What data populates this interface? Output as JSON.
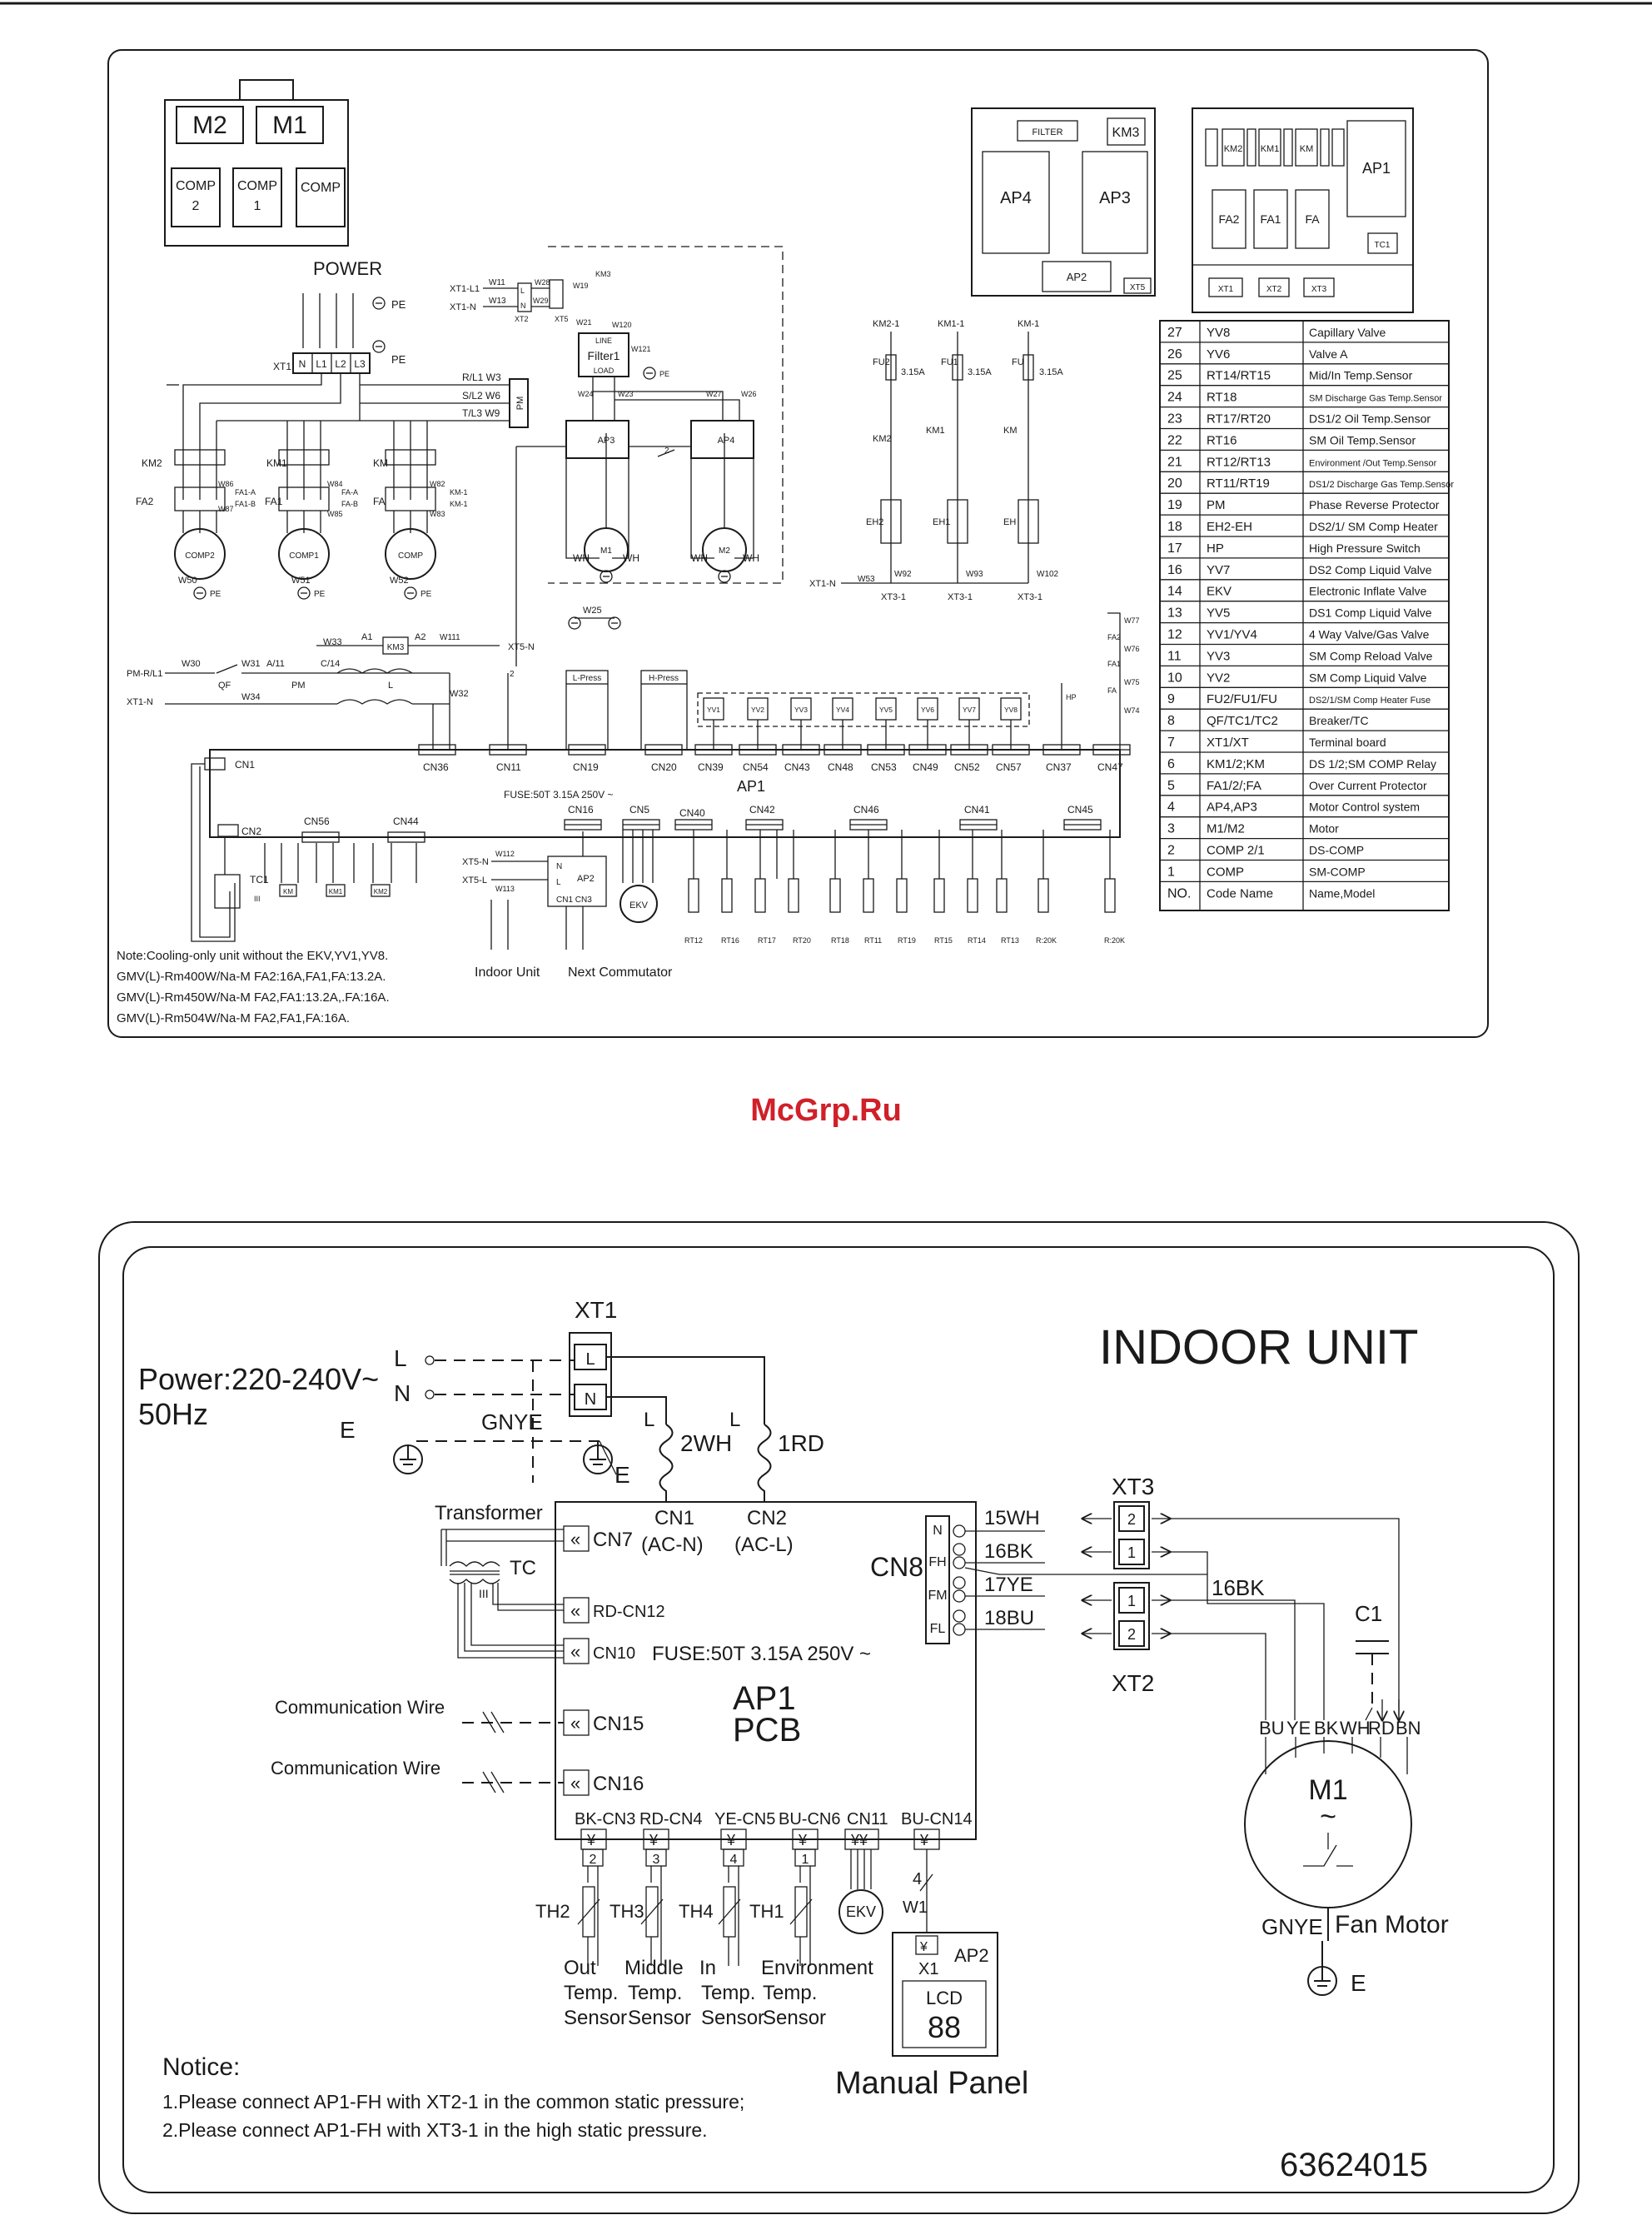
{
  "watermark": "McGrp.Ru",
  "outdoor": {
    "cabinet": {
      "m2": "M2",
      "m1": "M1",
      "comp2": "COMP 2",
      "comp1": "COMP 1",
      "comp": "COMP"
    },
    "power_label": "POWER",
    "pe": "PE",
    "xt1": "XT1",
    "terminals": [
      "N",
      "L1",
      "L2",
      "L3"
    ],
    "phase_lines": [
      "R/L1 W3",
      "S/L2 W6",
      "T/L3 W9"
    ],
    "pm": "PM",
    "contactors": [
      "KM2",
      "KM1",
      "KM"
    ],
    "overloads": [
      "FA2",
      "FA1",
      "FA"
    ],
    "compressors": [
      "COMP2",
      "COMP1",
      "COMP"
    ],
    "comp_wires": [
      "W50",
      "W51",
      "W52"
    ],
    "xt1_l1": "XT1-L1",
    "xt1_n": "XT1-N",
    "filter": "Filter1",
    "filter_line": "LINE",
    "filter_load": "LOAD",
    "ap3": "AP3",
    "ap4": "AP4",
    "wh": "WH",
    "box_filter": "FILTER",
    "box_km3": "KM3",
    "box_ap4": "AP4",
    "box_ap3": "AP3",
    "box_ap2": "AP2",
    "box_xt5": "XT5",
    "box2": {
      "km2": "KM2",
      "km1": "KM1",
      "km": "KM",
      "ap1": "AP1",
      "fa2": "FA2",
      "fa1": "FA1",
      "fa": "FA",
      "tc1": "TC1",
      "xt1": "XT1",
      "xt2": "XT2",
      "xt3": "XT3"
    },
    "heater_branches": [
      {
        "km": "KM2-1",
        "fu": "FU2",
        "rating": "3.15A",
        "eh": "EH2",
        "bottom": "XT3-1"
      },
      {
        "km": "KM1-1",
        "fu": "FU1",
        "rating": "3.15A",
        "eh": "EH1",
        "bottom": "XT3-1"
      },
      {
        "km": "KM-1",
        "fu": "FU",
        "rating": "3.15A",
        "eh": "EH",
        "bottom": "XT3-1"
      }
    ],
    "xt1_n_w53": "XT1-N W53",
    "pm_r_l1": "PM-R/L1",
    "w30": "W30",
    "w31": "W31",
    "a11": "A/11",
    "qf": "QF",
    "c14": "C/14",
    "pm2": "PM",
    "l": "L",
    "w34": "W34",
    "xt1_n2": "XT1-N",
    "km3": "KM3",
    "xt5n": "XT5-N",
    "w111": "W111",
    "lpress": "L-Press",
    "hpress": "H-Press",
    "valves": [
      "YV1",
      "YV2",
      "YV3",
      "YV4",
      "YV5",
      "YV6",
      "YV7",
      "YV8"
    ],
    "top_cn": [
      "CN36",
      "CN11",
      "CN19",
      "CN20",
      "CN39",
      "CN54",
      "CN43",
      "CN48",
      "CN53",
      "CN49",
      "CN52",
      "CN57",
      "CN37",
      "CN47"
    ],
    "ap1": "AP1",
    "fuse": "FUSE:50T 3.15A 250V ~",
    "left_cn": [
      "CN1",
      "CN2"
    ],
    "tc1": "TC1",
    "cn56": "CN56",
    "cn44": "CN44",
    "inner_cn": [
      "CN16",
      "CN5",
      "CN40",
      "CN42",
      "CN46",
      "CN41",
      "CN45"
    ],
    "ap2": "AP2",
    "cn1": "CN1",
    "cn3": "CN3",
    "xt5n2": "XT5-N",
    "xt5l": "XT5-L",
    "ekv": "EKV",
    "sensors": [
      "RT12",
      "RT16",
      "RT17",
      "RT20",
      "RT18",
      "RT11",
      "RT19",
      "RT15",
      "RT14",
      "RT13",
      "R:20K",
      "R:20K"
    ],
    "indoor_unit": "Indoor Unit",
    "next_comm": "Next Commutator",
    "notes": [
      "Note:Cooling-only unit without the EKV,YV1,YV8.",
      "GMV(L)-Rm400W/Na-M  FA2:16A,FA1,FA:13.2A.",
      "GMV(L)-Rm450W/Na-M  FA2,FA1:13.2A,.FA:16A.",
      "GMV(L)-Rm504W/Na-M  FA2,FA1,FA:16A."
    ],
    "legend_header": [
      "NO.",
      "Code Name",
      "Name,Model"
    ],
    "legend": [
      [
        "27",
        "YV8",
        "Capillary Valve"
      ],
      [
        "26",
        "YV6",
        "Valve A"
      ],
      [
        "25",
        "RT14/RT15",
        "Mid/In Temp.Sensor"
      ],
      [
        "24",
        "RT18",
        "SM Discharge Gas Temp.Sensor"
      ],
      [
        "23",
        "RT17/RT20",
        "DS1/2 Oil Temp.Sensor"
      ],
      [
        "22",
        "RT16",
        "SM Oil Temp.Sensor"
      ],
      [
        "21",
        "RT12/RT13",
        "Environment /Out Temp.Sensor"
      ],
      [
        "20",
        "RT11/RT19",
        "DS1/2 Discharge Gas Temp.Sensor"
      ],
      [
        "19",
        "PM",
        "Phase Reverse Protector"
      ],
      [
        "18",
        "EH2-EH",
        "DS2/1/ SM Comp Heater"
      ],
      [
        "17",
        "HP",
        "High Pressure Switch"
      ],
      [
        "16",
        "YV7",
        "DS2 Comp Liquid Valve"
      ],
      [
        "14",
        "EKV",
        "Electronic Inflate Valve"
      ],
      [
        "13",
        "YV5",
        "DS1 Comp Liquid Valve"
      ],
      [
        "12",
        "YV1/YV4",
        "4 Way Valve/Gas Valve"
      ],
      [
        "11",
        "YV3",
        "SM Comp Reload Valve"
      ],
      [
        "10",
        "YV2",
        "SM Comp Liquid Valve"
      ],
      [
        "9",
        "FU2/FU1/FU",
        "DS2/1/SM Comp Heater Fuse"
      ],
      [
        "8",
        "QF/TC1/TC2",
        "Breaker/TC"
      ],
      [
        "7",
        "XT1/XT",
        "Terminal board"
      ],
      [
        "6",
        "KM1/2;KM",
        "DS 1/2;SM COMP Relay"
      ],
      [
        "5",
        "FA1/2/;FA",
        "Over Current Protector"
      ],
      [
        "4",
        "AP4,AP3",
        "Motor Control system"
      ],
      [
        "3",
        "M1/M2",
        "Motor"
      ],
      [
        "2",
        "COMP 2/1",
        "DS-COMP"
      ],
      [
        "1",
        "COMP",
        "SM-COMP"
      ]
    ]
  },
  "indoor": {
    "title": "INDOOR UNIT",
    "power": "Power:220-240V~",
    "hz": "50Hz",
    "L": "L",
    "N": "N",
    "gnye": "GNYE",
    "E": "E",
    "xt1": "XT1",
    "xt1_L": "L",
    "xt1_N": "N",
    "wh2": "2WH",
    "rd1": "1RD",
    "cn1": "CN1",
    "cn1_sub": "(AC-N)",
    "cn2": "CN2",
    "cn2_sub": "(AC-L)",
    "transformer": "Transformer",
    "tc": "TC",
    "cn7": "CN7",
    "rdcn12": "RD-CN12",
    "cn10": "CN10",
    "fuse": "FUSE:50T 3.15A 250V ~",
    "ap1": "AP1",
    "pcb": "PCB",
    "comm1": "Communication Wire",
    "comm2": "Communication Wire",
    "cn15": "CN15",
    "cn16": "CN16",
    "cn8": "CN8",
    "cn8_pins": [
      "N",
      "FH",
      "FM",
      "FL"
    ],
    "fan_wires": [
      "15WH",
      "16BK",
      "17YE",
      "18BU"
    ],
    "bk16": "16BK",
    "xt3": "XT3",
    "xt2": "XT2",
    "xt3_pins": [
      "2",
      "1"
    ],
    "xt2_pins": [
      "1",
      "2"
    ],
    "c1": "C1",
    "motor_wires": [
      "BU",
      "YE",
      "BK",
      "WH",
      "RD",
      "BN"
    ],
    "m1": "M1",
    "tilde": "~",
    "fan_motor": "Fan Motor",
    "gnye2": "GNYE",
    "E2": "E",
    "bottom_cn": [
      "BK-CN3",
      "RD-CN4",
      "YE-CN5",
      "BU-CN6",
      "CN11",
      "BU-CN14"
    ],
    "bottom_pin": [
      "2",
      "3",
      "4",
      "1"
    ],
    "th": [
      "TH2",
      "TH3",
      "TH4",
      "TH1"
    ],
    "ekv": "EKV",
    "w4": "4",
    "w1": "W1",
    "ap2": "AP2",
    "x1": "X1",
    "lcd": "LCD",
    "lcd_digits": "88",
    "sensor_labels": [
      [
        "Out",
        "Temp.",
        "Sensor"
      ],
      [
        "Middle",
        "Temp.",
        "Sensor"
      ],
      [
        "In",
        "Temp.",
        "Sensor"
      ],
      [
        "Environment",
        "Temp.",
        "Sensor"
      ]
    ],
    "manual_panel": "Manual   Panel",
    "notice_title": "Notice:",
    "notice": [
      "1.Please connect AP1-FH with XT2-1 in the common static pressure;",
      "2.Please connect AP1-FH with XT3-1 in the high static pressure."
    ],
    "doc_number": "63624015"
  }
}
